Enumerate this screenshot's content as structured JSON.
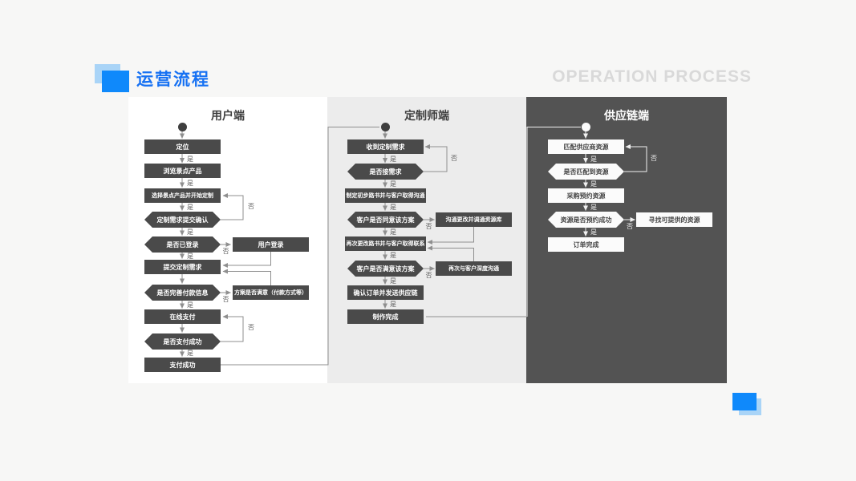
{
  "header": {
    "title": "运营流程",
    "subtitle": "OPERATION PROCESS"
  },
  "labels": {
    "yes": "是",
    "no": "否"
  },
  "colors": {
    "accent_blue": "#0f89fb",
    "light_blue": "#a9d4f7",
    "title_blue": "#1671f3",
    "subtitle_gray": "#d9d9d9",
    "node_dark": "#4a4a4a",
    "panel_user": "#ffffff",
    "panel_customizer": "#ececec",
    "panel_supply": "#535353"
  },
  "columns": [
    {
      "title": "用户端",
      "nodes": [
        "定位",
        "浏览景点产品",
        "选择景点产品并开始定制",
        "定制需求提交确认",
        "是否已登录",
        "提交定制需求",
        "是否完善付款信息",
        "在线支付",
        "是否支付成功",
        "支付成功"
      ],
      "side_nodes": [
        "用户登录",
        "方案是否满意（付款方式等）"
      ]
    },
    {
      "title": "定制师端",
      "nodes": [
        "收到定制需求",
        "是否接需求",
        "制定初步路书并与客户取得沟通",
        "客户是否同意该方案",
        "再次更改路书并与客户取得联系",
        "客户是否满意该方案",
        "确认订单并发送供应链",
        "制作完成"
      ],
      "side_nodes": [
        "沟通更改并调通资源库",
        "再次与客户深度沟通"
      ]
    },
    {
      "title": "供应链端",
      "nodes": [
        "匹配供应商资源",
        "是否匹配到资源",
        "采购预约资源",
        "资源是否预约成功",
        "订单完成"
      ],
      "side_nodes": [
        "寻找可提供的资源"
      ]
    }
  ]
}
